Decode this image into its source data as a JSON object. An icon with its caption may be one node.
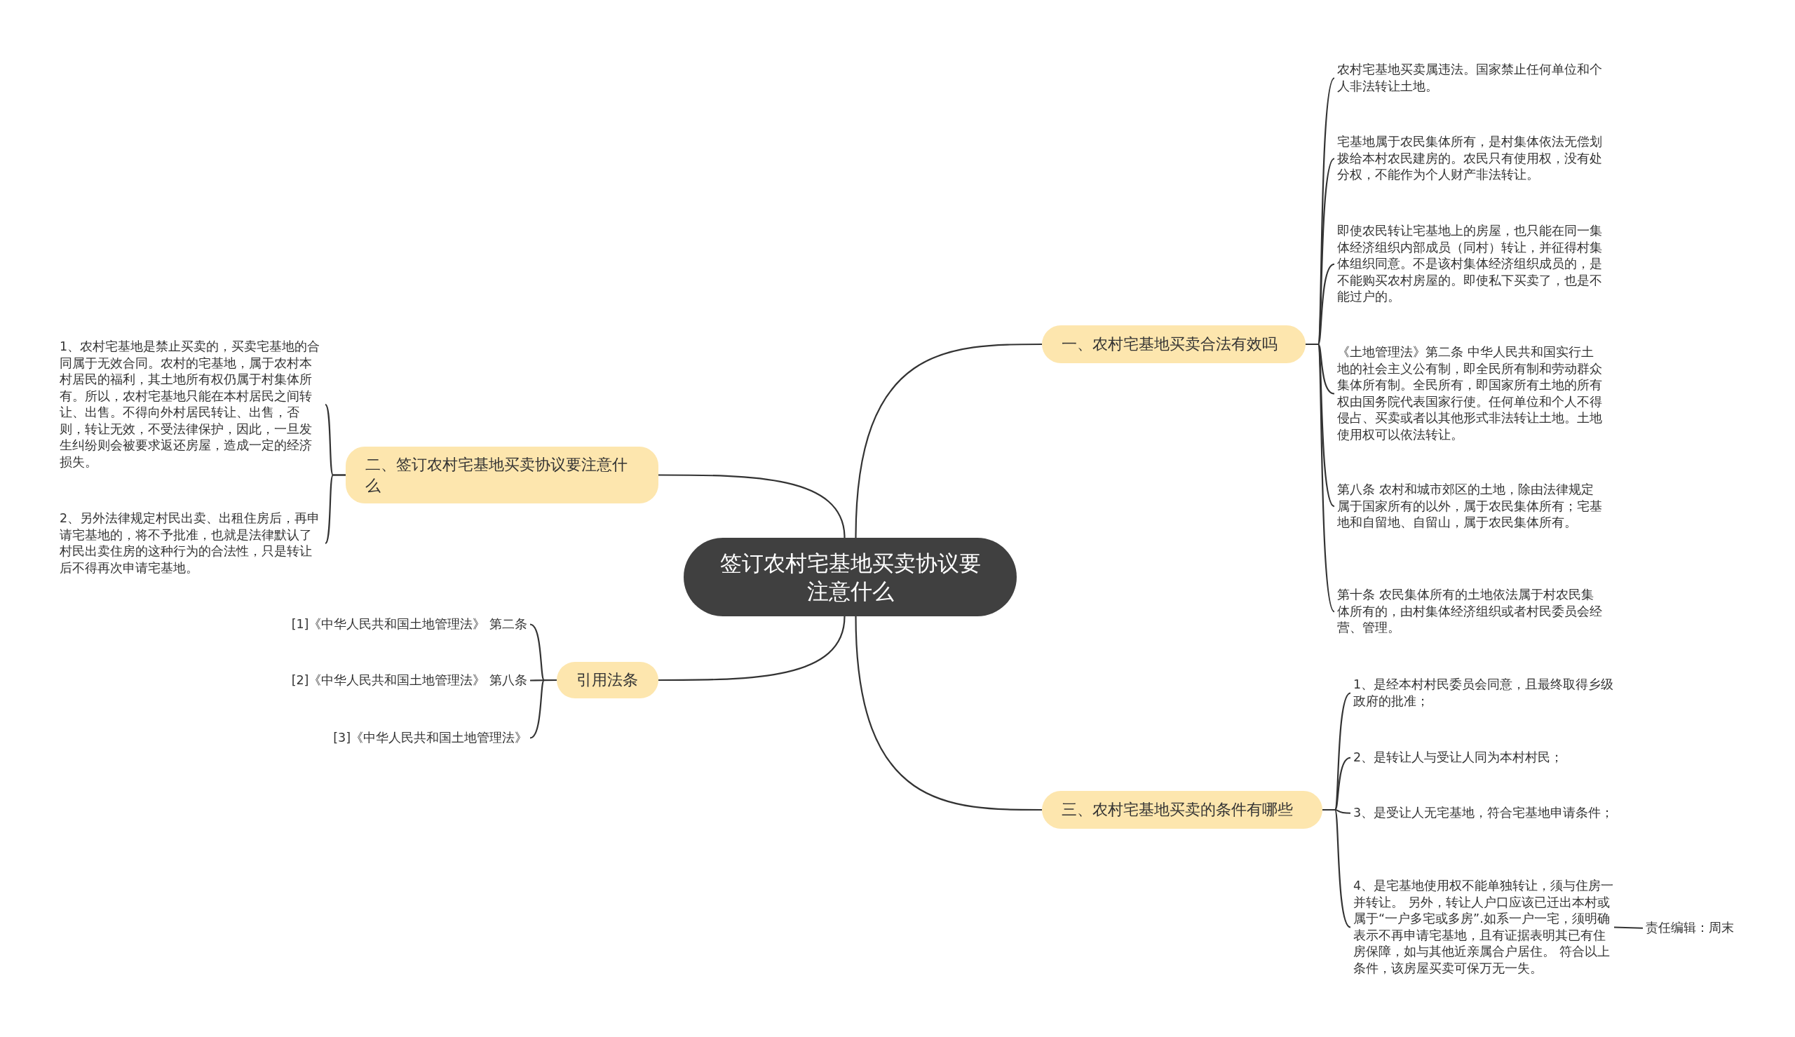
{
  "diagram": {
    "nodes": [
      {
        "text": [
          "签订农村宅基地买卖协议要注意什么"
        ]
      },
      {
        "text": [
          "一、农村宅基地买卖合法有效吗"
        ]
      },
      {
        "text": [
          "农村宅基地买卖属违法。国家禁止任何单位和个人非法转让土地。"
        ]
      },
      {
        "text": [
          "宅基地属于农民集体所有，是村集体依法无偿划拨给本村农民建房的。农民只有使用权，没有处分权，不能作为个人财产非法转让。"
        ]
      },
      {
        "text": [
          "即使农民转让宅基地上的房屋，也只能在同一集体经济组织内部成员（同村）转让，并征得村集体组织同意。不是该村集体经济组织成员的，是不能购买农村房屋的。即使私下买卖了，也是不能过户的。"
        ]
      },
      {
        "text": [
          "《土地管理法》第二条 中华人民共和国实行土地的社会主义公有制，即全民所有制和劳动群众集体所有制。全民所有，即国家所有土地的所有权由国务院代表国家行使。任何单位和个人不得侵占、买卖或者以其他形式非法转让土地。土地使用权可以依法转让。"
        ]
      },
      {
        "text": [
          "第八条 农村和城市郊区的土地，除由法律规定属于国家所有的以外，属于农民集体所有；宅基地和自留地、自留山，属于农民集体所有。"
        ]
      },
      {
        "text": [
          "第十条 农民集体所有的土地依法属于村农民集体所有的，由村集体经济组织或者村民委员会经营、管理。"
        ]
      },
      {
        "text": [
          "二、签订农村宅基地买卖协议要注意什么"
        ]
      },
      {
        "text": [
          "1、农村宅基地是禁止买卖的，买卖宅基地的合同属于无效合同。农村的宅基地，属于农村本村居民的福利，其土地所有权仍属于村集体所有。所以，农村宅基地只能在本村居民之间转让、出售。不得向外村居民转让、出售，否则，转让无效，不受法律保护，因此，一旦发生纠纷则会被要求返还房屋，造成一定的经济损失。"
        ]
      },
      {
        "text": [
          "2、另外法律规定村民出卖、出租住房后，再申请宅基地的，将不予批准，也就是法律默认了村民出卖住房的这种行为的合法性，只是转让后不得再次申请宅基地。"
        ]
      },
      {
        "text": [
          "引用法条"
        ]
      },
      {
        "text": [
          "[1]《中华人民共和国土地管理法》 第二条"
        ]
      },
      {
        "text": [
          "[2]《中华人民共和国土地管理法》 第八条"
        ]
      },
      {
        "text": [
          "[3]《中华人民共和国土地管理法》"
        ]
      },
      {
        "text": [
          "三、农村宅基地买卖的条件有哪些"
        ]
      },
      {
        "text": [
          "1、是经本村村民委员会同意，且最终取得乡级政府的批准；"
        ]
      },
      {
        "text": [
          "2、是转让人与受让人同为本村村民；"
        ]
      },
      {
        "text": [
          "3、是受让人无宅基地，符合宅基地申请条件；"
        ]
      },
      {
        "text": [
          "4、是宅基地使用权不能单独转让，须与住房一并转让。 另外，转让人户口应该已迁出本村或属于“一户多宅或多房”.如系一户一宅，须明确表示不再申请宅基地，且有证据表明其已有住房保障，如与其他近亲属合户居住。 符合以上条件，该房屋买卖可保万无一失。"
        ]
      },
      {
        "text": [
          "责任编辑：周末"
        ]
      }
    ],
    "edges": [
      {
        "from": 0,
        "to": 1,
        "arrow": "none"
      },
      {
        "from": 1,
        "to": 2,
        "arrow": "none"
      },
      {
        "from": 1,
        "to": 3,
        "arrow": "none"
      },
      {
        "from": 1,
        "to": 4,
        "arrow": "none"
      },
      {
        "from": 1,
        "to": 5,
        "arrow": "none"
      },
      {
        "from": 1,
        "to": 6,
        "arrow": "none"
      },
      {
        "from": 1,
        "to": 7,
        "arrow": "none"
      },
      {
        "from": 0,
        "to": 8,
        "arrow": "none"
      },
      {
        "from": 8,
        "to": 9,
        "arrow": "none"
      },
      {
        "from": 8,
        "to": 10,
        "arrow": "none"
      },
      {
        "from": 0,
        "to": 11,
        "arrow": "none"
      },
      {
        "from": 11,
        "to": 12,
        "arrow": "none"
      },
      {
        "from": 11,
        "to": 13,
        "arrow": "none"
      },
      {
        "from": 11,
        "to": 14,
        "arrow": "none"
      },
      {
        "from": 0,
        "to": 15,
        "arrow": "none"
      },
      {
        "from": 15,
        "to": 16,
        "arrow": "none"
      },
      {
        "from": 15,
        "to": 17,
        "arrow": "none"
      },
      {
        "from": 15,
        "to": 18,
        "arrow": "none"
      },
      {
        "from": 15,
        "to": 19,
        "arrow": "none"
      },
      {
        "from": 19,
        "to": 20,
        "arrow": "none"
      }
    ]
  }
}
